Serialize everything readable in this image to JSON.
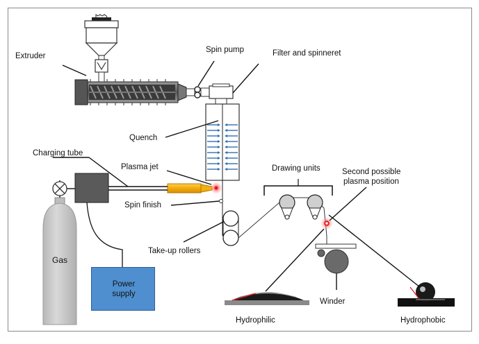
{
  "labels": {
    "extruder": "Extruder",
    "spin_pump": "Spin pump",
    "filter_spinneret": "Filter and spinneret",
    "quench": "Quench",
    "charging_tube": "Charging tube",
    "plasma_jet": "Plasma jet",
    "spin_finish": "Spin finish",
    "take_up_rollers": "Take-up rollers",
    "drawing_units": "Drawing units",
    "second_plasma_line1": "Second possible",
    "second_plasma_line2": "plasma position",
    "gas": "Gas",
    "power_supply": "Power\nsupply",
    "winder": "Winder",
    "hydrophilic": "Hydrophilic",
    "hydrophobic": "Hydrophobic"
  },
  "colors": {
    "line": "#111111",
    "machine_dark": "#4a4a4a",
    "gas_cylinder": "#c8c8c8",
    "plasma_jet": "#f2b10c",
    "plasma_glow": "#e31b23",
    "quench_arrows": "#2f6fb3",
    "power_supply": "#4f8fd0"
  }
}
